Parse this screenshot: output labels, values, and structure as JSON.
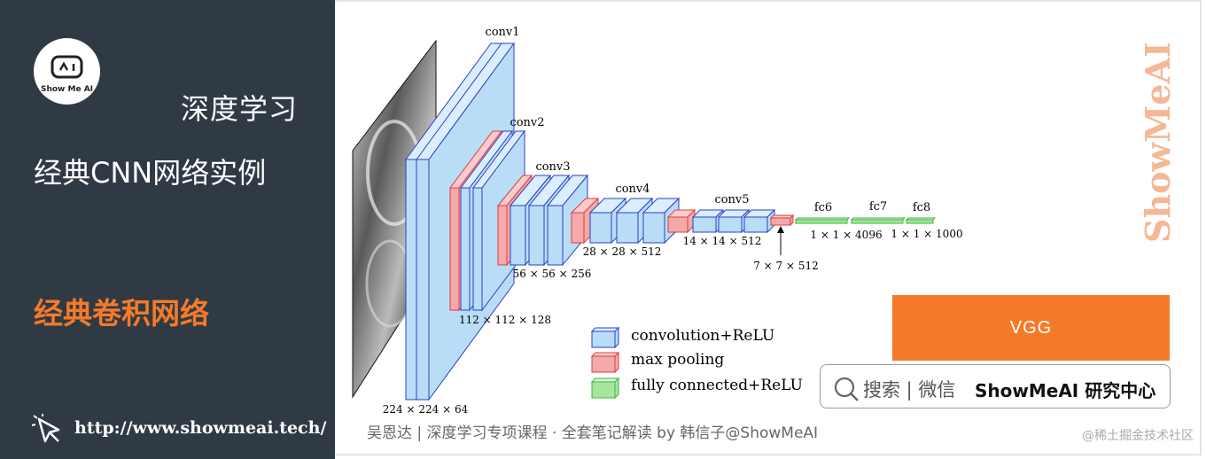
{
  "sidebar": {
    "logo_text": "Show Me AI",
    "heading_line1": "深度学习",
    "heading_line2": "经典CNN网络实例",
    "section_title": "经典卷积网络",
    "url": "http://www.showmeai.tech/",
    "icons": [
      "robot-face-icon",
      "cursor-click-icon"
    ]
  },
  "diagram": {
    "layer_names": {
      "conv1": "conv1",
      "conv2": "conv2",
      "conv3": "conv3",
      "conv4": "conv4",
      "conv5": "conv5",
      "fc6": "fc6",
      "fc7": "fc7",
      "fc8": "fc8"
    },
    "dims": {
      "d224": "224 × 224 × 64",
      "d112": "112 × 112 × 128",
      "d56": "56 × 56 × 256",
      "d28": "28 × 28 × 512",
      "d14": "14 × 14 × 512",
      "d7": "7 × 7 × 512",
      "fc4096": "1 × 1 × 4096",
      "fc1000": "1 × 1 × 1000"
    },
    "legend": {
      "conv": "convolution+ReLU",
      "pool": "max pooling",
      "fc": "fully connected+ReLU"
    },
    "colors": {
      "conv_fill": "#b9ddf6",
      "conv_stroke": "#2b3fc9",
      "pool_fill": "#f2aaaa",
      "pool_stroke": "#e03c3c",
      "fc_fill": "#a8e6a0",
      "fc_stroke": "#3cb43c"
    }
  },
  "vgg_label": "VGG",
  "search": {
    "placeholder": "搜索 | 微信",
    "brand": "ShowMeAI 研究中心"
  },
  "caption": "吴恩达 | 深度学习专项课程 · 全套笔记解读  by 韩信子@ShowMeAI",
  "watermark": "ShowMeAI",
  "juejin": "@稀土掘金技术社区",
  "accent": "#f47a2a"
}
